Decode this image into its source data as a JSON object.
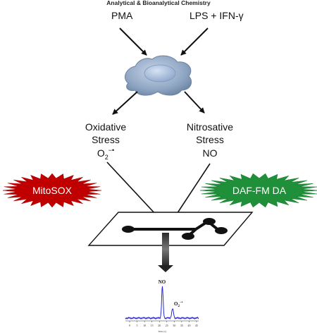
{
  "header": {
    "title": "Analytical & Bioanalytical Chemistry"
  },
  "inputs": {
    "left": "PMA",
    "right": "LPS + IFN-γ"
  },
  "stress": {
    "oxidative": {
      "line1": "Oxidative",
      "line2": "Stress",
      "species": "O",
      "sub": "2",
      "sup": "−•"
    },
    "nitrosative": {
      "line1": "Nitrosative",
      "line2": "Stress",
      "species": "NO"
    }
  },
  "probes": {
    "left": "MitoSOX",
    "right": "DAF-FM DA"
  },
  "electropherogram": {
    "peak_no_label": "NO",
    "peak_o2_label": "O",
    "peak_o2_sub": "2",
    "peak_o2_sup": "−•",
    "x_ticks": [
      "0",
      "5",
      "10",
      "15",
      "20",
      "25",
      "30",
      "35",
      "40",
      "45"
    ],
    "x_label": "Time (s)"
  },
  "colors": {
    "cell_body": "#8fa6c3",
    "cell_nucleus": "#9fb7d8",
    "mitosox_burst": "#c00000",
    "daf_burst": "#1f8f3a",
    "trace": "#2a2ad0"
  },
  "icons": [
    "cell-icon",
    "microchip-icon",
    "starburst-icon"
  ]
}
